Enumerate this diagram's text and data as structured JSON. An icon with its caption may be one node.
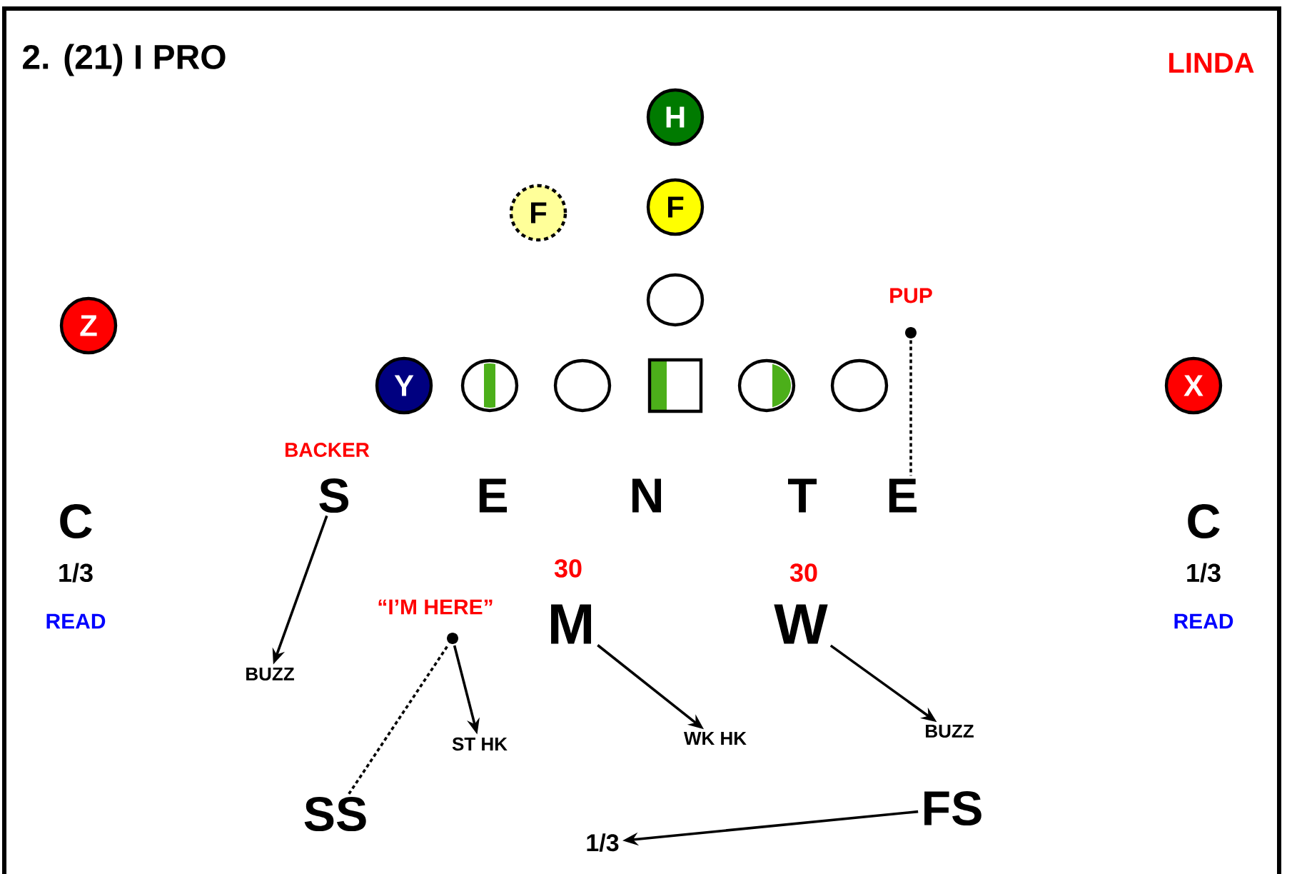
{
  "diagram": {
    "title": "2. (21) I PRO",
    "nodes": [
      {
        "text": [
          "Z"
        ]
      },
      {
        "text": [
          "F"
        ]
      },
      {
        "text": [
          "H"
        ]
      },
      {
        "text": [
          "F"
        ]
      },
      {
        "text": [],
        "shape": "circle"
      },
      {
        "text": [
          "Y"
        ]
      },
      {
        "text": [],
        "shape": "circle"
      },
      {
        "text": [],
        "shape": "circle"
      },
      {
        "text": [],
        "shape": "box"
      },
      {
        "text": [],
        "shape": "circle"
      },
      {
        "text": [],
        "shape": "circle"
      },
      {
        "text": [
          "X"
        ]
      },
      {
        "text": [],
        "shape": "dot",
        "beside": [
          "PUP"
        ]
      },
      {
        "text": [
          "S"
        ],
        "beside": [
          "BACKER"
        ]
      },
      {
        "text": [
          "E"
        ]
      },
      {
        "text": [
          "N"
        ]
      },
      {
        "text": [
          "T"
        ]
      },
      {
        "text": [
          "E"
        ]
      },
      {
        "text": [
          "C"
        ],
        "beside": [
          "1/3",
          "READ"
        ]
      },
      {
        "text": [
          "C"
        ],
        "beside": [
          "1/3",
          "READ"
        ]
      },
      {
        "text": [
          "M"
        ],
        "beside": [
          "30"
        ]
      },
      {
        "text": [
          "W"
        ],
        "beside": [
          "30"
        ]
      },
      {
        "text": [],
        "shape": "dot",
        "beside": [
          "“I’M HERE”"
        ]
      },
      {
        "text": [
          "BUZZ"
        ]
      },
      {
        "text": [
          "ST HK"
        ]
      },
      {
        "text": [
          "WK HK"
        ]
      },
      {
        "text": [
          "BUZZ"
        ]
      },
      {
        "text": [
          "SS"
        ]
      },
      {
        "text": [
          "FS"
        ]
      },
      {
        "text": [
          "1/3"
        ]
      }
    ],
    "edges": [
      {
        "from": 12,
        "to": 17,
        "arrow": "none",
        "style": "dashed"
      },
      {
        "from": 13,
        "to": 23,
        "arrow": "to"
      },
      {
        "from": 27,
        "to": 22,
        "arrow": "none",
        "style": "dashed"
      },
      {
        "from": 22,
        "to": 24,
        "arrow": "to"
      },
      {
        "from": 20,
        "to": 25,
        "arrow": "to"
      },
      {
        "from": 21,
        "to": 26,
        "arrow": "to"
      },
      {
        "from": 28,
        "to": 29,
        "arrow": "to"
      }
    ],
    "labels": [
      "LINDA"
    ]
  }
}
